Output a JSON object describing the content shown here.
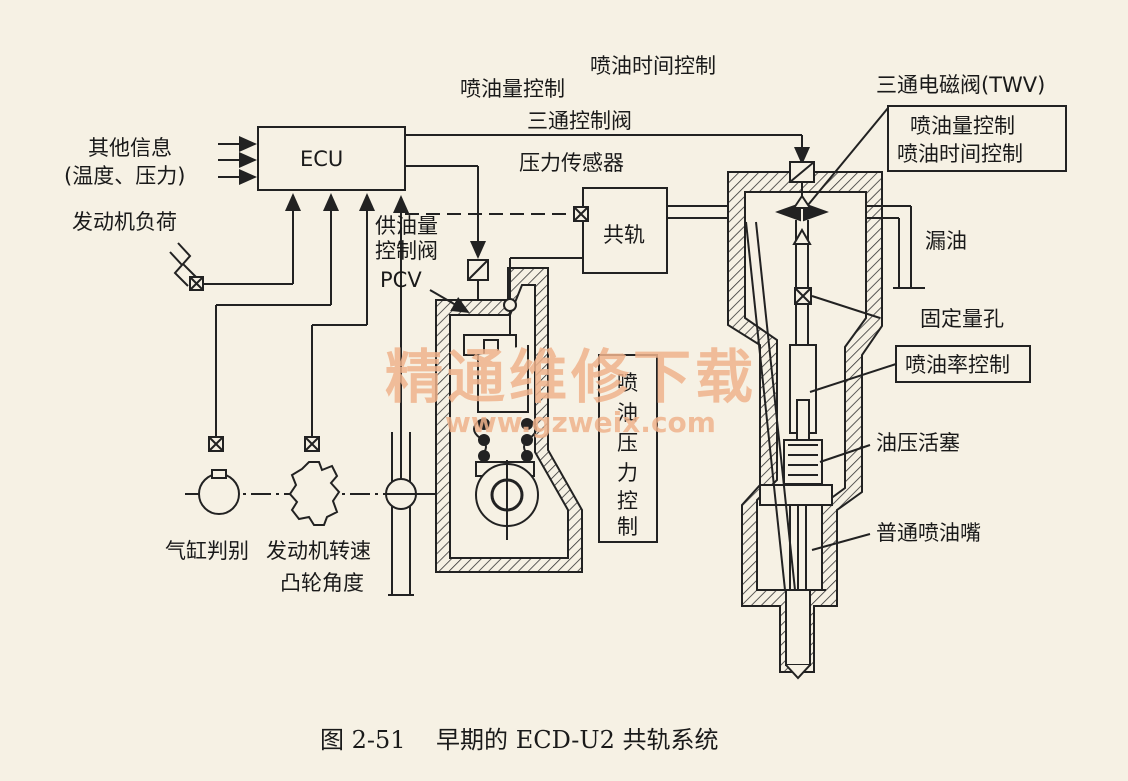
{
  "labels": {
    "ecu": "ECU",
    "other_info_1": "其他信息",
    "other_info_2": "(温度、压力)",
    "engine_load": "发动机负荷",
    "inj_qty_ctrl": "喷油量控制",
    "inj_time_ctrl": "喷油时间控制",
    "three_way_valve": "三通控制阀",
    "pressure_sensor": "压力传感器",
    "supply_valve_1": "供油量",
    "supply_valve_2": "控制阀",
    "pcv": "PCV",
    "common_rail": "共轨",
    "twv": "三通电磁阀(TWV)",
    "box_inj_qty": "喷油量控制",
    "box_inj_time": "喷油时间控制",
    "leak_oil": "漏油",
    "fixed_orifice": "固定量孔",
    "inj_rate_ctrl": "喷油率控制",
    "pressure_ctrl_chars": [
      "喷",
      "油",
      "压",
      "力",
      "控",
      "制"
    ],
    "hydraulic_piston": "油压活塞",
    "normal_nozzle": "普通喷油嘴",
    "cyl_discrim": "气缸判别",
    "engine_speed": "发动机转速",
    "cam_angle": "凸轮角度"
  },
  "watermark": {
    "main": "精通维修下载",
    "url": "www.gzweix.com"
  },
  "caption": "图 2-51    早期的 ECD-U2 共轨系统"
}
